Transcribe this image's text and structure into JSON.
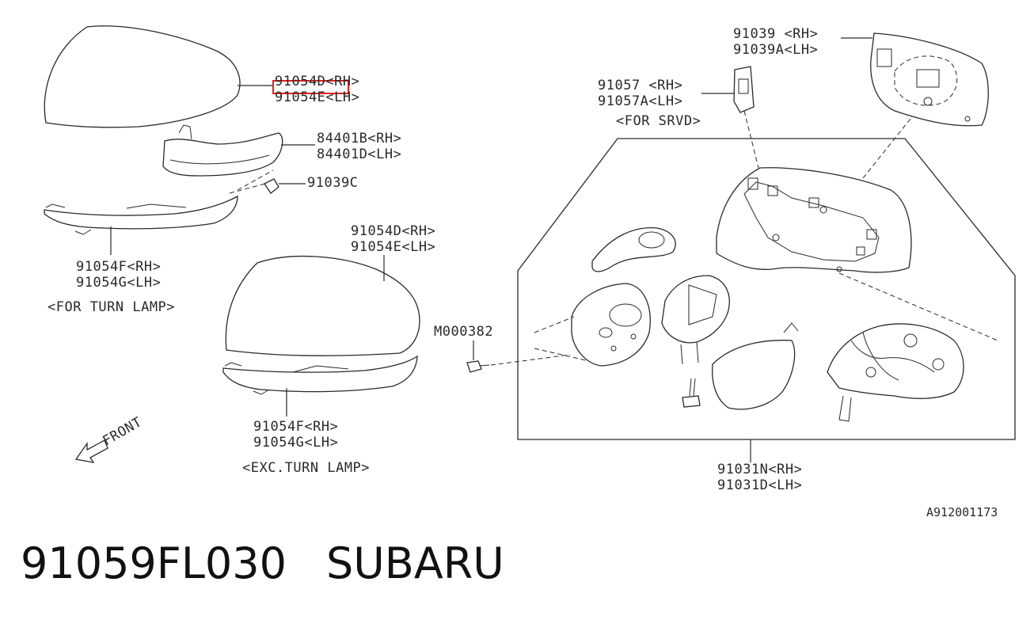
{
  "labels": {
    "cover_upper_rh": "91054D<RH>",
    "cover_upper_lh": "91054E<LH>",
    "turn_lamp_rh": "84401B<RH>",
    "turn_lamp_lh": "84401D<LH>",
    "screw_small": "91039C",
    "garnish_tl_rh": "91054F<RH>",
    "garnish_tl_lh": "91054G<LH>",
    "for_turn_lamp": "<FOR TURN LAMP>",
    "cover_mid_rh": "91054D<RH>",
    "cover_mid_lh": "91054E<LH>",
    "garnish_exc_rh": "91054F<RH>",
    "garnish_exc_lh": "91054G<LH>",
    "exc_turn_lamp": "<EXC.TURN LAMP>",
    "bolt": "M000382",
    "camera_rh": "91057 <RH>",
    "camera_lh": "91057A<LH>",
    "for_srvd": "<FOR SRVD>",
    "glass_rh": "91039 <RH>",
    "glass_lh": "91039A<LH>",
    "assy_rh": "91031N<RH>",
    "assy_lh": "91031D<LH>",
    "front": "FRONT",
    "diagram_ref": "A912001173"
  },
  "footer": {
    "part_number": "91059FL030",
    "brand": "SUBARU"
  },
  "colors": {
    "line": "#2a2a2a",
    "highlight": "#e0201e"
  }
}
